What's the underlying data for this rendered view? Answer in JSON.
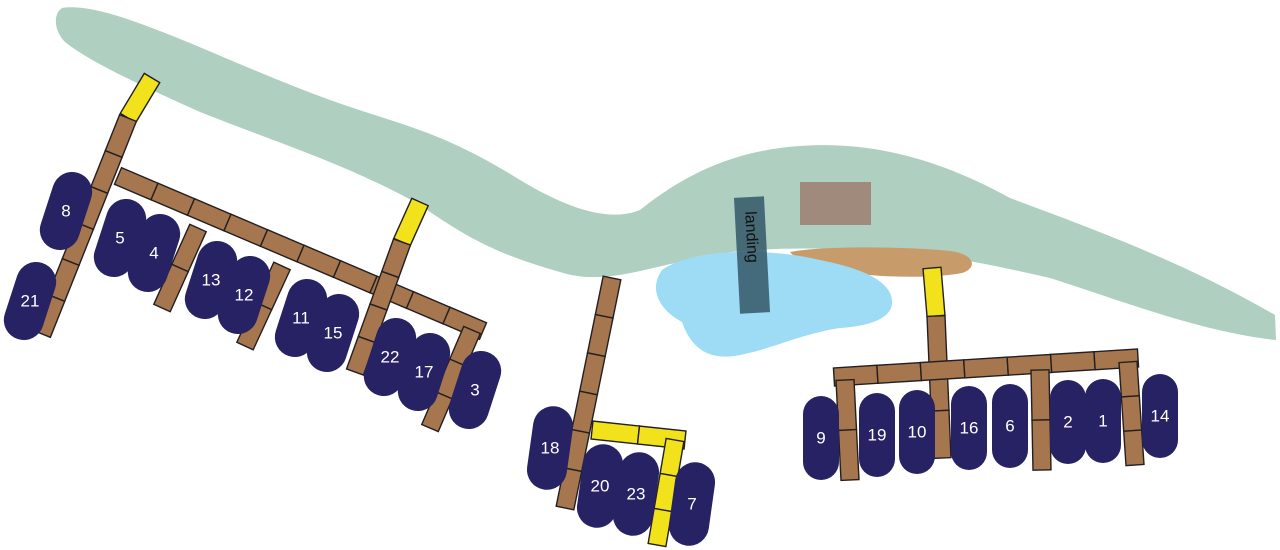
{
  "colors": {
    "shore": "#afcfc1",
    "pond": "#9edcf5",
    "sand": "#c79b6a",
    "building": "#a08a7c",
    "landing": "#3a5e6e",
    "dock": "#a6764f",
    "dock_end": "#f1e21b",
    "boat": "#272263"
  },
  "landing_label": "landing",
  "slips": [
    "8",
    "21",
    "5",
    "4",
    "13",
    "12",
    "11",
    "15",
    "22",
    "17",
    "3",
    "18",
    "20",
    "23",
    "7",
    "9",
    "19",
    "10",
    "16",
    "6",
    "2",
    "1",
    "14"
  ]
}
